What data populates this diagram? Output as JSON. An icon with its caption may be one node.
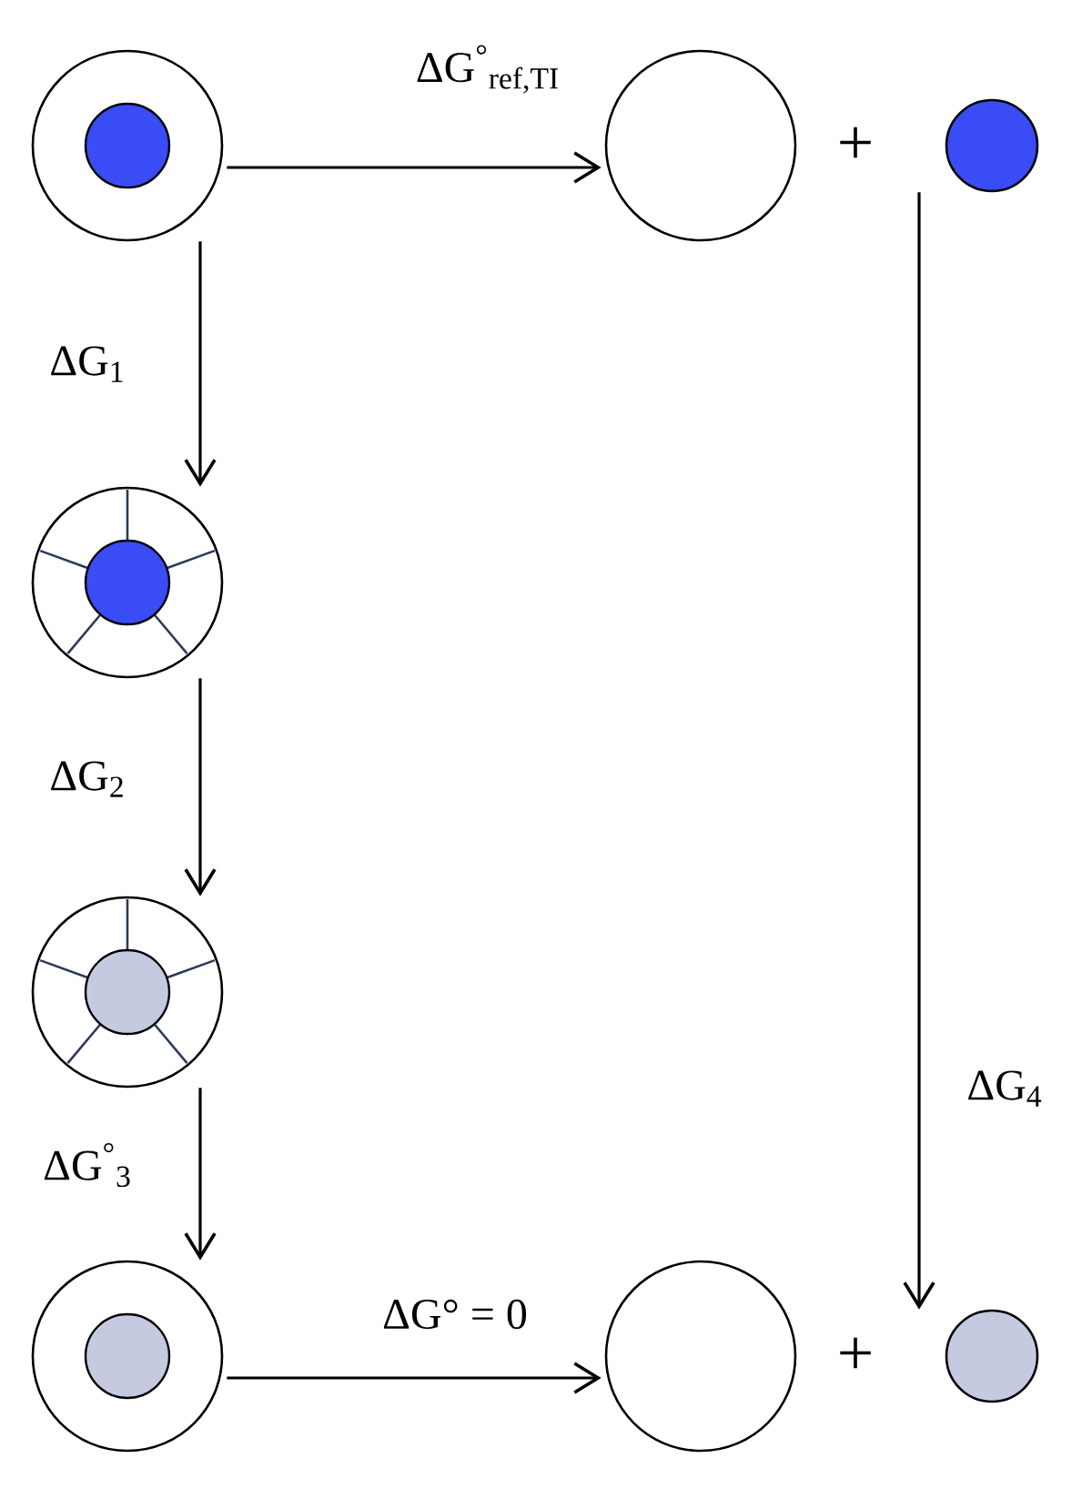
{
  "diagram": {
    "nodes": [
      {
        "text": [],
        "shape": "circle"
      },
      {
        "text": [],
        "shape": "circle"
      },
      {
        "text": [],
        "shape": "circle"
      },
      {
        "text": [],
        "shape": "circle"
      },
      {
        "text": [],
        "shape": "circle"
      },
      {
        "text": [],
        "shape": "circle"
      },
      {
        "text": [],
        "shape": "circle"
      },
      {
        "text": [],
        "shape": "circle"
      }
    ],
    "edges": [
      {
        "from": 0,
        "to": 1,
        "arrow": "to",
        "label": "ΔG$^{°}$$_{ref,TI}$"
      },
      {
        "from": 0,
        "to": 3,
        "arrow": "to",
        "label": "ΔG$_{1}$"
      },
      {
        "from": 3,
        "to": 4,
        "arrow": "to",
        "label": "ΔG$_{2}$"
      },
      {
        "from": 4,
        "to": 5,
        "arrow": "to",
        "label": "ΔG$^{°}$$_{3}$"
      },
      {
        "from": 5,
        "to": 6,
        "arrow": "to",
        "label": "ΔG° = 0"
      },
      {
        "from": 2,
        "to": 7,
        "arrow": "to",
        "label": "ΔG$_{4}$"
      }
    ],
    "labels": [
      "+",
      "+"
    ]
  }
}
